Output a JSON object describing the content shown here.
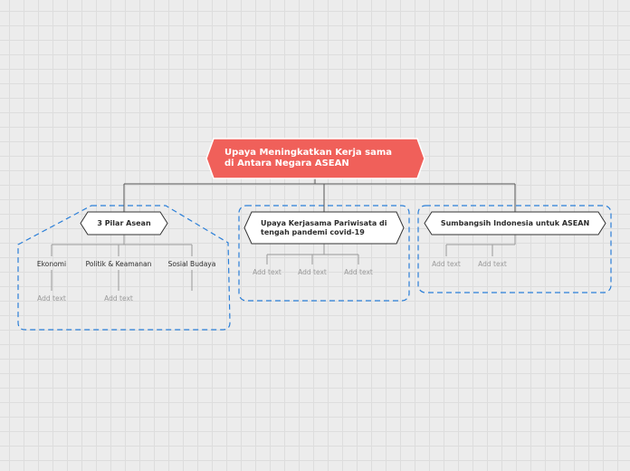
{
  "central_topic": {
    "line1": "Upaya Meningkatkan Kerja sama",
    "line2": "di Antara Negara ASEAN"
  },
  "branches": [
    {
      "title": "3 Pilar Asean",
      "subtopics": [
        "Ekonomi",
        "Politik & Keamanan",
        "Sosial Budaya"
      ],
      "placeholders": [
        "Add text",
        "Add text"
      ]
    },
    {
      "title_line1": "Upaya Kerjasama Pariwisata di",
      "title_line2": "tengah pandemi covid-19",
      "placeholders": [
        "Add text",
        "Add text",
        "Add text"
      ]
    },
    {
      "title": "Sumbangsih Indonesia untuk ASEAN",
      "placeholders": [
        "Add text",
        "Add text"
      ]
    }
  ],
  "colors": {
    "central_fill": "#f0605a",
    "boundary": "#2b7fd8",
    "connector": "#555555",
    "sub_connector": "#999999"
  }
}
